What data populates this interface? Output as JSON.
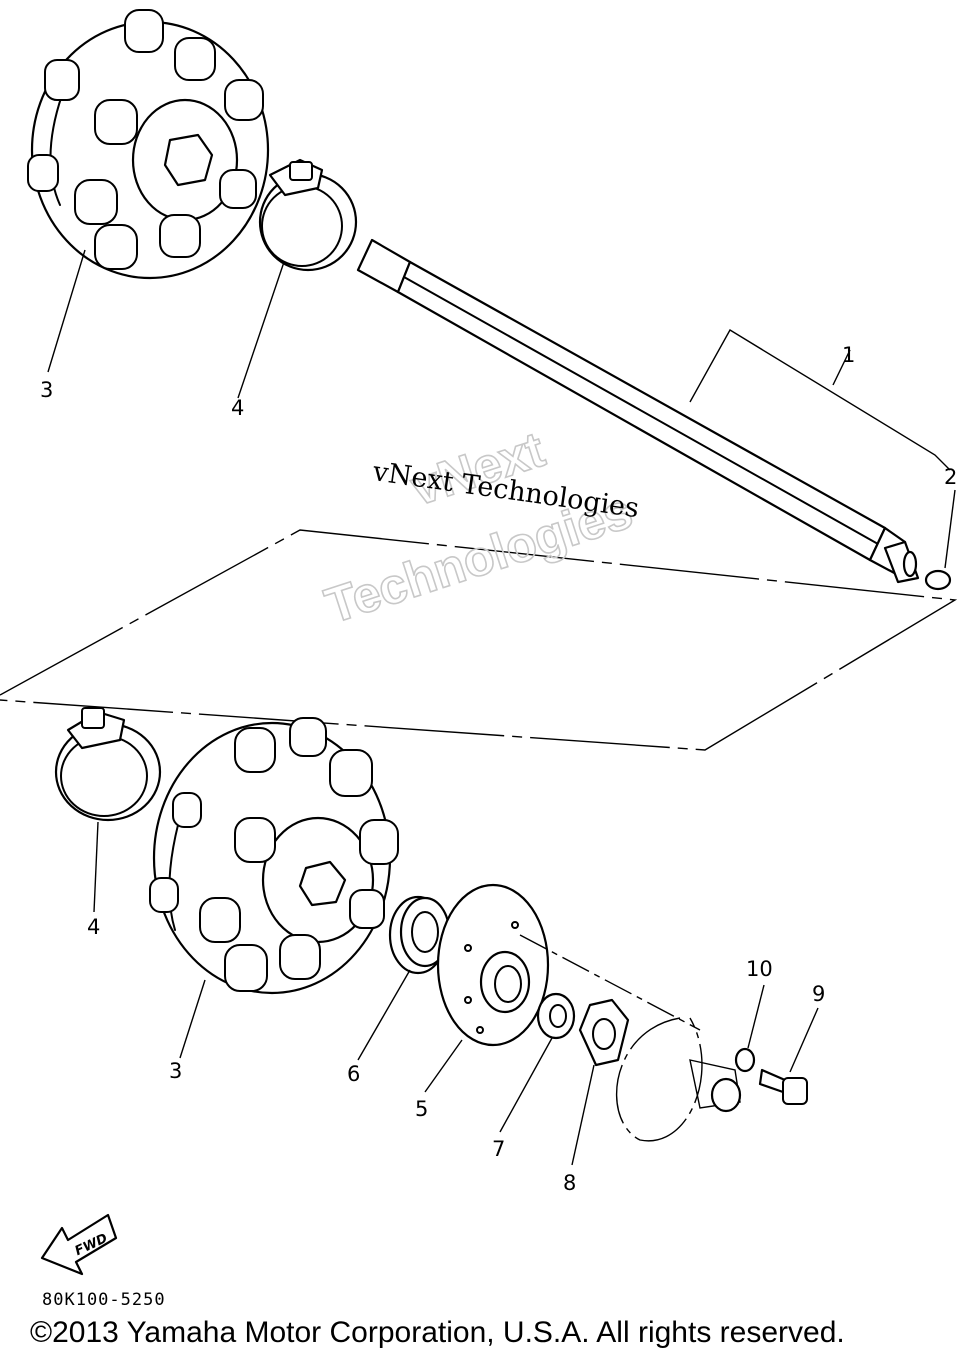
{
  "watermark": {
    "line_small": "vNext Technologies",
    "line_big_1": "vNext",
    "line_big_2": "Technologies"
  },
  "callouts": {
    "shaft": "1",
    "plug": "2",
    "sprocket_upper": "3",
    "clamp_upper": "4",
    "clamp_lower": "4",
    "sprocket_lower": "3",
    "bearing": "6",
    "housing": "5",
    "washer": "7",
    "nut": "8",
    "bolt": "9",
    "lock_washer": "10"
  },
  "fwd_label": "FWD",
  "part_code": "80K100-5250",
  "copyright": "©2013 Yamaha Motor Corporation, U.S.A. All rights reserved."
}
